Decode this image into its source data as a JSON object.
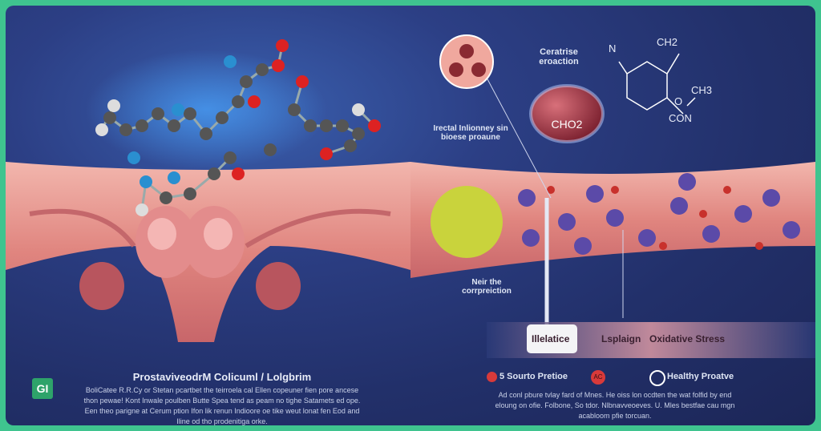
{
  "title": "ProstaviveodrM Colicuml / Lolgbrim",
  "left_paragraph": "BoliCatee R.R.Cy or Stetan pcartbet the teirroela cal Ellen copeuner fien pore ancese thon pewae! Kont Inwale poulben Butte Spea tend as peam no tighe Satamets ed ope. Een theo parigne at Cerum ption Ifon lik renun Indioore oe tike weut lonat fen Eod and Iline od tho prodenitiga orke.",
  "callouts": {
    "reaction": "Ceratrise eroaction",
    "inflammation": "Irectal Inlionney sin bioese proaune",
    "molecule_label": "CHO2",
    "compression": "Neir the corrpreiction"
  },
  "chem_formula": {
    "n": "N",
    "ch2": "CH2",
    "ch3": "CH3",
    "o": "O",
    "con": "CON"
  },
  "stages": [
    "Illelatice",
    "Lsplaign",
    "Oxidative Stress"
  ],
  "legend": [
    {
      "icon": "red-circle-icon",
      "label": "5 Sourto Pretioe"
    },
    {
      "icon": "ac-badge-icon",
      "label": "AC"
    },
    {
      "icon": "healthy-icon",
      "label": "Healthy Proatve"
    }
  ],
  "right_paragraph": "Ad conl pbure tvlay fard of Mnes. He oiss lon ocdten the wat folfid by end eloung on ofie. Folbone, So tdor. Nlbnavveoeves. U. Mles bestfae cau mgn acabloom pfie torcuan.",
  "logo": "GI",
  "colors": {
    "border": "#3fc48f",
    "background": "#22306a",
    "tissue": "#e59a94",
    "accent": "#d83a3a"
  }
}
